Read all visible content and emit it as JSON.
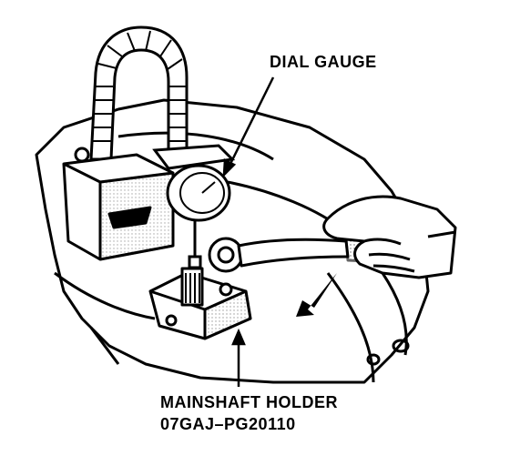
{
  "labels": {
    "dial_gauge": "DIAL GAUGE",
    "holder_name": "MAINSHAFT HOLDER",
    "holder_part_no": "07GAJ–PG20110"
  },
  "colors": {
    "ink": "#000000",
    "paper": "#ffffff",
    "shade": "#bdbdbd"
  }
}
